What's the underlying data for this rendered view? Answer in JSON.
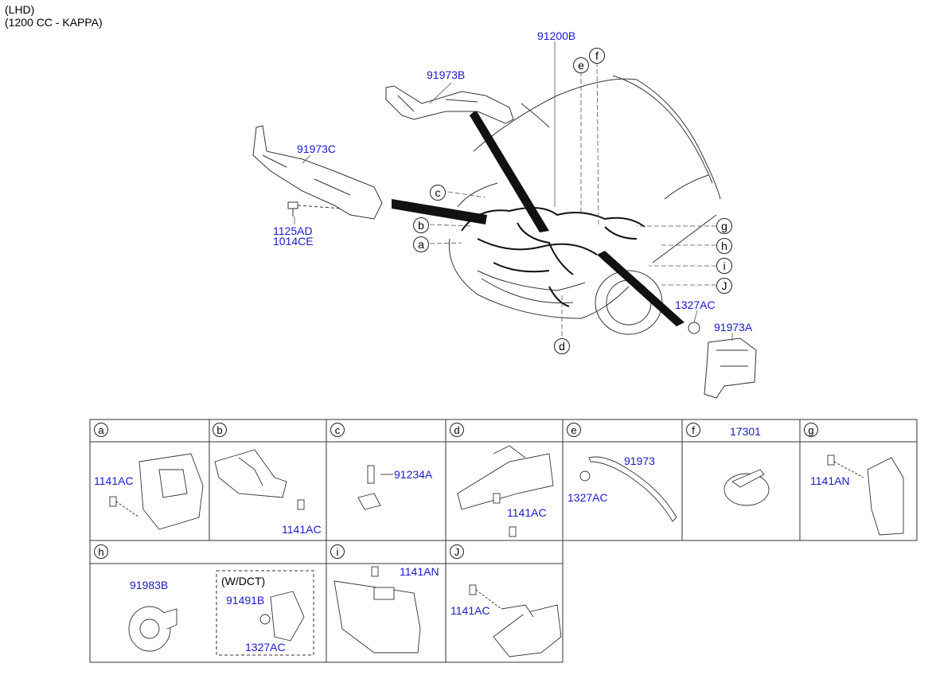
{
  "header": {
    "line1": "(LHD)",
    "line2": "(1200 CC - KAPPA)"
  },
  "main_parts": {
    "harness": "91200B",
    "protector_b": "91973B",
    "protector_c": "91973C",
    "bolt_1": "1125AD",
    "bolt_2": "1014CE",
    "clip": "1327AC",
    "protector_a": "91973A"
  },
  "callouts": [
    "a",
    "b",
    "c",
    "d",
    "e",
    "f",
    "g",
    "h",
    "i",
    "J"
  ],
  "detail_table": {
    "a": {
      "letter": "a",
      "parts": [
        "1141AC"
      ]
    },
    "b": {
      "letter": "b",
      "parts": [
        "1141AC"
      ]
    },
    "c": {
      "letter": "c",
      "parts": [
        "91234A"
      ]
    },
    "d": {
      "letter": "d",
      "parts": [
        "1141AC"
      ]
    },
    "e": {
      "letter": "e",
      "parts": [
        "91973",
        "1327AC"
      ]
    },
    "f": {
      "letter": "f",
      "parts": [
        "17301"
      ]
    },
    "g": {
      "letter": "g",
      "parts": [
        "1141AN"
      ]
    },
    "h": {
      "letter": "h",
      "parts": [
        "91983B",
        "91491B",
        "1327AC"
      ],
      "note": "(W/DCT)"
    },
    "i": {
      "letter": "i",
      "parts": [
        "1141AN"
      ]
    },
    "j": {
      "letter": "J",
      "parts": [
        "1141AC"
      ]
    }
  }
}
